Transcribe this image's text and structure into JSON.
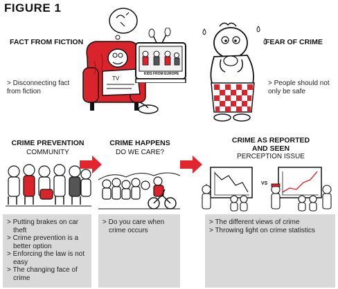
{
  "figure_title": "FIGURE 1",
  "top_left": {
    "heading": "FACT FROM FICTION",
    "note": "> Disconnecting fact from fiction",
    "tv_caption": "KIDS FROM EUROPE"
  },
  "top_right": {
    "heading": "FEAR OF CRIME",
    "note": "> People should not only be safe"
  },
  "columns": [
    {
      "heading": "CRIME PREVENTION",
      "subheading": "COMMUNITY",
      "bullets": [
        "Putting brakes on car theft",
        "Crime prevention is a better option",
        "Enforcing the law is not easy",
        "The changing face of crime"
      ]
    },
    {
      "heading": "CRIME HAPPENS",
      "subheading": "DO WE CARE?",
      "bullets": [
        "Do you care when crime occurs"
      ]
    },
    {
      "heading_line1": "CRIME AS REPORTED",
      "heading_line2": "AND SEEN",
      "subheading": "PERCEPTION ISSUE",
      "vs_label": "VS",
      "bullets": [
        "The different views of crime",
        "Throwing light on crime statistics"
      ]
    }
  ],
  "colors": {
    "arrow": "#e3262d",
    "box": "#d9d9d9",
    "chair": "#d9242b"
  }
}
